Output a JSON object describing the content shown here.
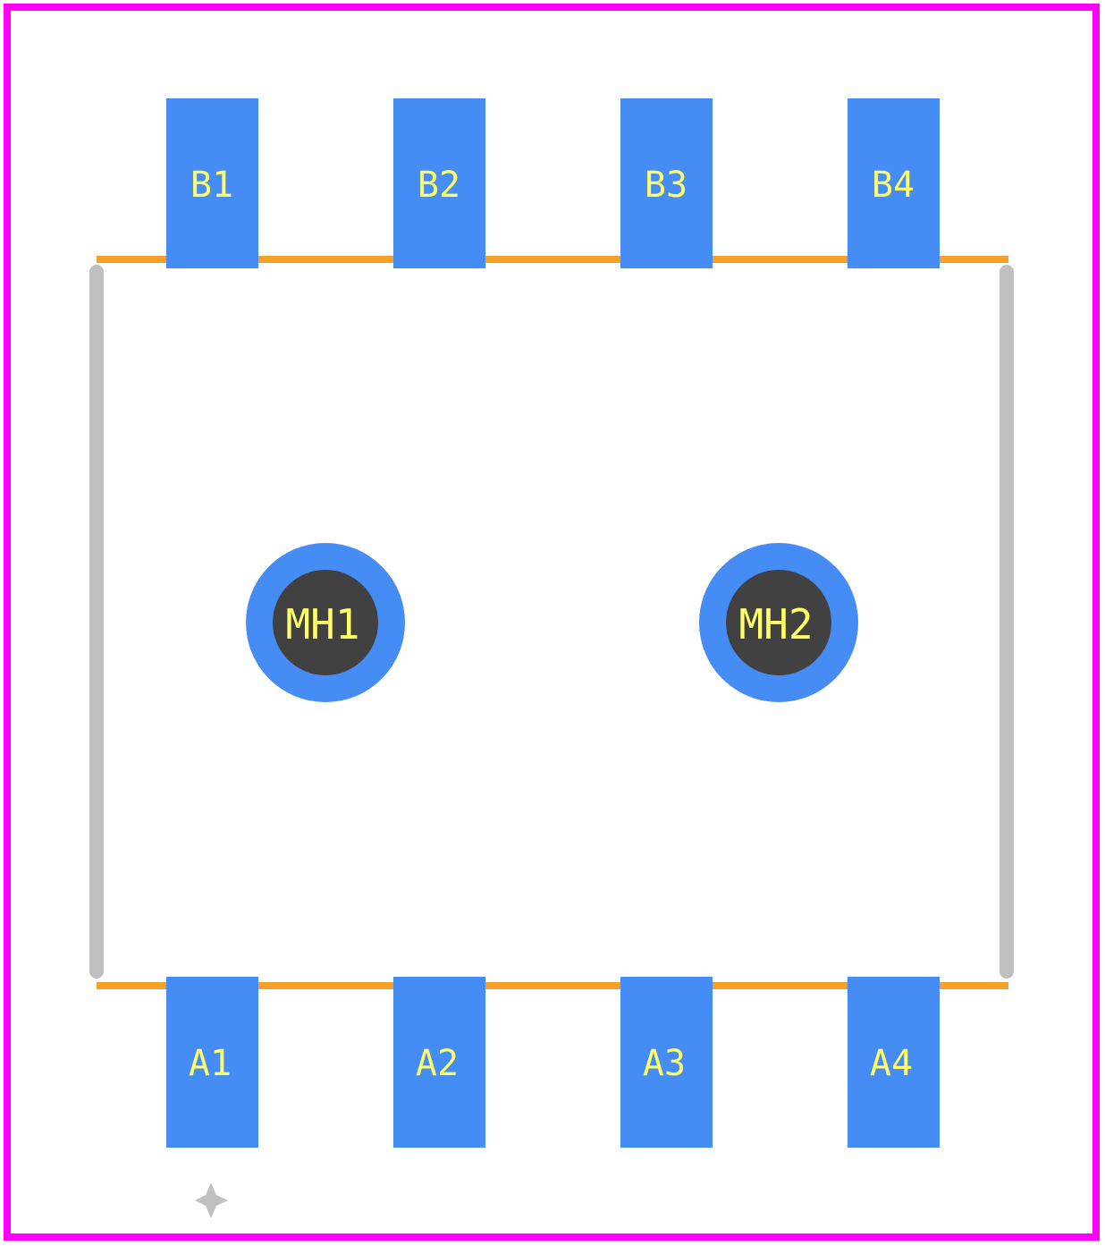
{
  "colors": {
    "background": "#ffffff",
    "courtyard": "#ff00ff",
    "pad": "#468cf5",
    "silkscreen_outline": "#f5a028",
    "body_outline": "#c0c0c0",
    "drill_hole": "#414141",
    "label": "#ffff66"
  },
  "pads_top": [
    {
      "label": "B1"
    },
    {
      "label": "B2"
    },
    {
      "label": "B3"
    },
    {
      "label": "B4"
    }
  ],
  "pads_bottom": [
    {
      "label": "A1"
    },
    {
      "label": "A2"
    },
    {
      "label": "A3"
    },
    {
      "label": "A4"
    }
  ],
  "mounting_holes": [
    {
      "label": "MH1"
    },
    {
      "label": "MH2"
    }
  ],
  "origin_marker_icon": "origin-cross-icon"
}
